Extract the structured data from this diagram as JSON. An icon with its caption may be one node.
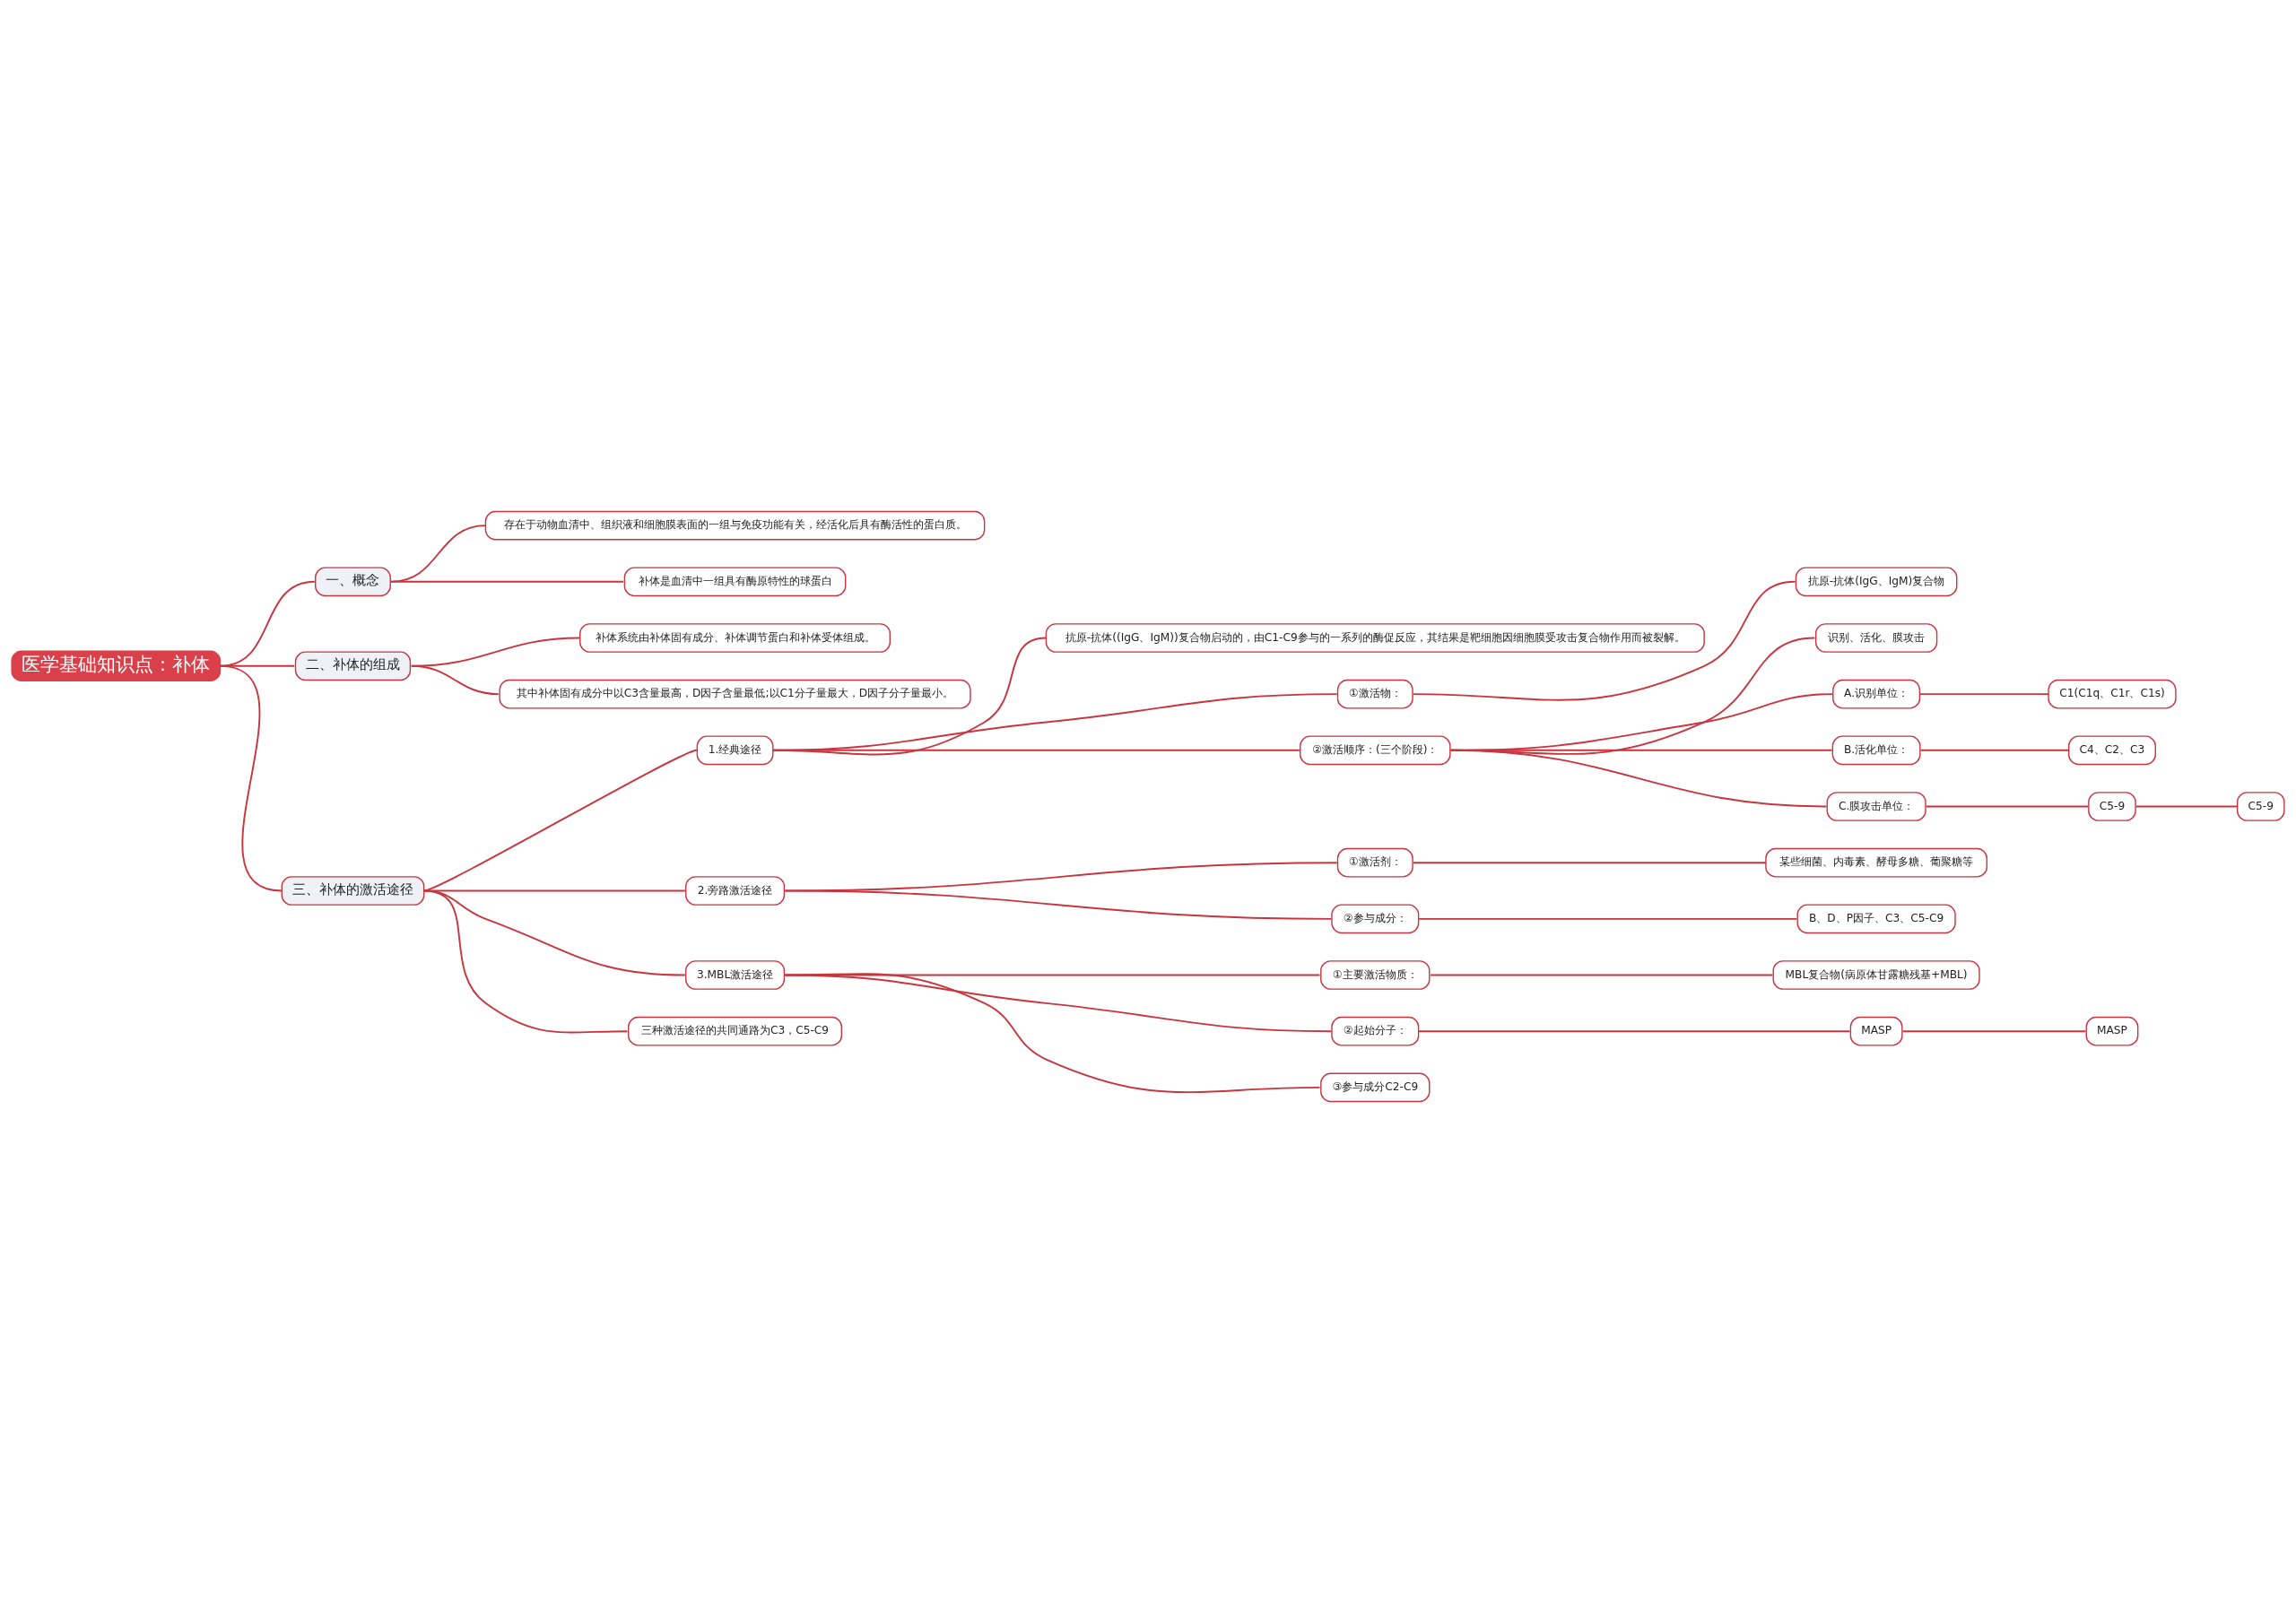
{
  "diagram": {
    "nodes": [
      {
        "text": [
          "医学基础知识点：补体"
        ]
      },
      {
        "text": [
          "一、概念"
        ]
      },
      {
        "text": [
          "存在于动物血清中、组织液和细胞膜表面的一组与免疫功能有关，经活化后具有酶活性的蛋白质。"
        ]
      },
      {
        "text": [
          "补体是血清中一组具有酶原特性的球蛋白"
        ]
      },
      {
        "text": [
          "二、补体的组成"
        ]
      },
      {
        "text": [
          "补体系统由补体固有成分、补体调节蛋白和补体受体组成。"
        ]
      },
      {
        "text": [
          "其中补体固有成分中以C3含量最高，D因子含量最低;以C1分子量最大，D因子分子量最小。"
        ]
      },
      {
        "text": [
          "三、补体的激活途径"
        ]
      },
      {
        "text": [
          "1.经典途径"
        ]
      },
      {
        "text": [
          "抗原-抗体((IgG、IgM))复合物启动的，由C1-C9参与的一系列的酶促反应，其结果是靶细胞因细胞膜受攻击复合物作用而被裂解。"
        ]
      },
      {
        "text": [
          "①激活物："
        ]
      },
      {
        "text": [
          "抗原-抗体(IgG、IgM)复合物"
        ]
      },
      {
        "text": [
          "②激活顺序：(三个阶段)："
        ]
      },
      {
        "text": [
          "识别、活化、膜攻击"
        ]
      },
      {
        "text": [
          "A.识别单位："
        ]
      },
      {
        "text": [
          "C1(C1q、C1r、C1s)"
        ]
      },
      {
        "text": [
          "B.活化单位："
        ]
      },
      {
        "text": [
          "C4、C2、C3"
        ]
      },
      {
        "text": [
          "C.膜攻击单位："
        ]
      },
      {
        "text": [
          "C5-9"
        ]
      },
      {
        "text": [
          "C5-9"
        ]
      },
      {
        "text": [
          "2.旁路激活途径"
        ]
      },
      {
        "text": [
          "①激活剂："
        ]
      },
      {
        "text": [
          "某些细菌、内毒素、酵母多糖、葡聚糖等"
        ]
      },
      {
        "text": [
          "②参与成分："
        ]
      },
      {
        "text": [
          "B、D、P因子、C3、C5-C9"
        ]
      },
      {
        "text": [
          "3.MBL激活途径"
        ]
      },
      {
        "text": [
          "①主要激活物质："
        ]
      },
      {
        "text": [
          "MBL复合物(病原体甘露糖残基+MBL)"
        ]
      },
      {
        "text": [
          "②起始分子："
        ]
      },
      {
        "text": [
          "MASP"
        ]
      },
      {
        "text": [
          "MASP"
        ]
      },
      {
        "text": [
          "③参与成分C2-C9"
        ]
      },
      {
        "text": [
          "三种激活途径的共同通路为C3，C5-C9"
        ]
      }
    ],
    "edges": [
      {
        "from": 0,
        "to": 1,
        "arrow": "none"
      },
      {
        "from": 1,
        "to": 2,
        "arrow": "none"
      },
      {
        "from": 1,
        "to": 3,
        "arrow": "none"
      },
      {
        "from": 0,
        "to": 4,
        "arrow": "none"
      },
      {
        "from": 4,
        "to": 5,
        "arrow": "none"
      },
      {
        "from": 4,
        "to": 6,
        "arrow": "none"
      },
      {
        "from": 0,
        "to": 7,
        "arrow": "none"
      },
      {
        "from": 7,
        "to": 8,
        "arrow": "none"
      },
      {
        "from": 8,
        "to": 9,
        "arrow": "none"
      },
      {
        "from": 8,
        "to": 10,
        "arrow": "none"
      },
      {
        "from": 10,
        "to": 11,
        "arrow": "none"
      },
      {
        "from": 8,
        "to": 12,
        "arrow": "none"
      },
      {
        "from": 12,
        "to": 13,
        "arrow": "none"
      },
      {
        "from": 12,
        "to": 14,
        "arrow": "none"
      },
      {
        "from": 14,
        "to": 15,
        "arrow": "none"
      },
      {
        "from": 12,
        "to": 16,
        "arrow": "none"
      },
      {
        "from": 16,
        "to": 17,
        "arrow": "none"
      },
      {
        "from": 12,
        "to": 18,
        "arrow": "none"
      },
      {
        "from": 18,
        "to": 19,
        "arrow": "none"
      },
      {
        "from": 19,
        "to": 20,
        "arrow": "none"
      },
      {
        "from": 7,
        "to": 21,
        "arrow": "none"
      },
      {
        "from": 21,
        "to": 22,
        "arrow": "none"
      },
      {
        "from": 22,
        "to": 23,
        "arrow": "none"
      },
      {
        "from": 21,
        "to": 24,
        "arrow": "none"
      },
      {
        "from": 24,
        "to": 25,
        "arrow": "none"
      },
      {
        "from": 7,
        "to": 26,
        "arrow": "none"
      },
      {
        "from": 26,
        "to": 27,
        "arrow": "none"
      },
      {
        "from": 27,
        "to": 28,
        "arrow": "none"
      },
      {
        "from": 26,
        "to": 29,
        "arrow": "none"
      },
      {
        "from": 29,
        "to": 30,
        "arrow": "none"
      },
      {
        "from": 30,
        "to": 31,
        "arrow": "none"
      },
      {
        "from": 26,
        "to": 32,
        "arrow": "none"
      },
      {
        "from": 7,
        "to": 33,
        "arrow": "none"
      }
    ]
  }
}
